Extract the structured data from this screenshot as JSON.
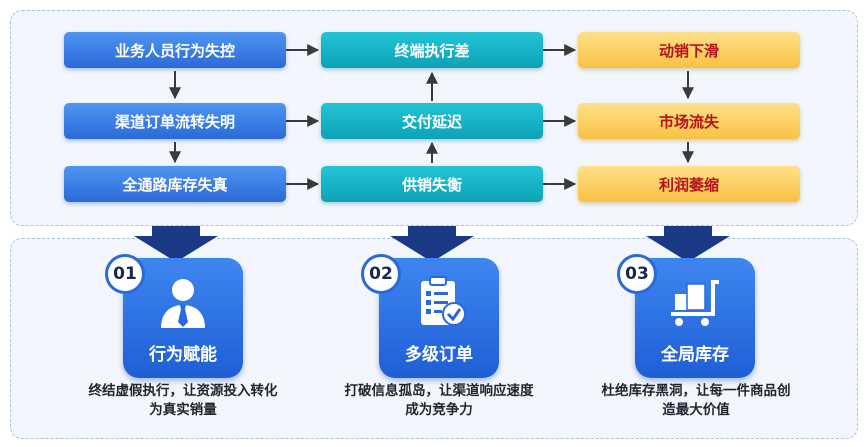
{
  "causes": [
    "业务人员行为失控",
    "渠道订单流转失明",
    "全通路库存失真"
  ],
  "effects": [
    "终端执行差",
    "交付延迟",
    "供销失衡"
  ],
  "outcomes": [
    "动销下滑",
    "市场流失",
    "利润萎缩"
  ],
  "solutions": [
    {
      "num": "01",
      "title": "行为赋能",
      "desc": "终结虚假执行，让资源投入转化为真实销量",
      "icon": "person-icon"
    },
    {
      "num": "02",
      "title": "多级订单",
      "desc": "打破信息孤岛，让渠道响应速度成为竞争力",
      "icon": "clipboard-check-icon"
    },
    {
      "num": "03",
      "title": "全局库存",
      "desc": "杜绝库存黑洞，让每一件商品创造最大价值",
      "icon": "cart-icon"
    }
  ],
  "colors": {
    "blue": "#2a6ad8",
    "teal": "#0ea2b6",
    "gold": "#f8c243",
    "outcome_text": "#b5121b",
    "navy": "#1a3a86"
  }
}
